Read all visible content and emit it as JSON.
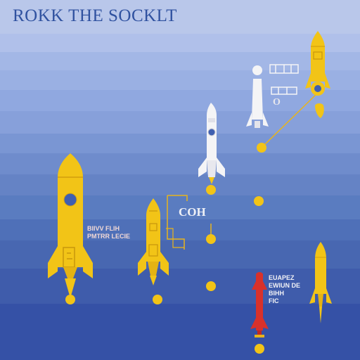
{
  "title": "ROKK THE SOCKLT",
  "labels": {
    "left_label": "BIIVV FLIH\nPMTRR LECIE",
    "center_label": "COH",
    "small_white_label": "O",
    "right_label": "EUAPEZ\nEWIUN DE\nBIHH\nFIC"
  },
  "colors": {
    "title_band": "#b7c6ea",
    "sky_top": "#a8bbe8",
    "sky_bottom": "#3450a8",
    "rocket_yellow": "#f2c417",
    "rocket_white": "#f4f4f6",
    "rocket_red": "#d8312b",
    "trajectory": "#e8b41c"
  },
  "icons": [
    "yellow-rocket",
    "white-rocket",
    "red-rocket",
    "yellow-dot"
  ]
}
